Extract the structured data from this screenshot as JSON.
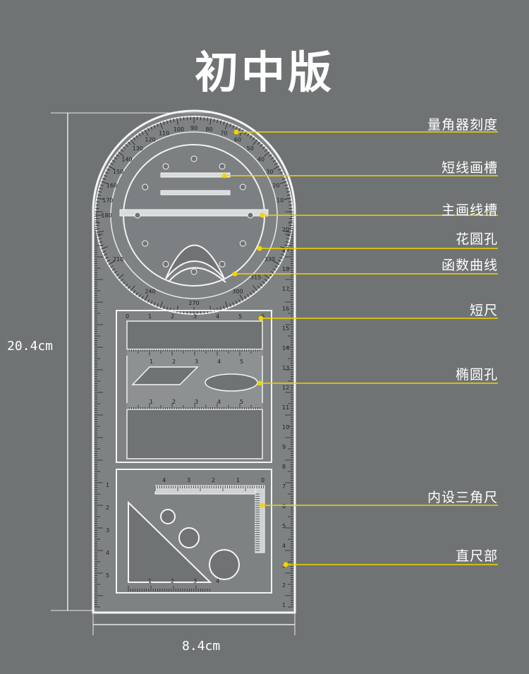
{
  "title": "初中版",
  "dimensions": {
    "height_label": "20.4cm",
    "width_label": "8.4cm"
  },
  "callouts": [
    {
      "label": "量角器刻度"
    },
    {
      "label": "短线画槽"
    },
    {
      "label": "主画线槽"
    },
    {
      "label": "花圆孔"
    },
    {
      "label": "函数曲线"
    },
    {
      "label": "短尺"
    },
    {
      "label": "椭圆孔"
    },
    {
      "label": "内设三角尺"
    },
    {
      "label": "直尺部"
    }
  ],
  "protractor": {
    "outer_numbers": [
      "10",
      "20",
      "30",
      "40",
      "50",
      "60",
      "70",
      "80",
      "90",
      "100",
      "110",
      "120",
      "130",
      "140",
      "150",
      "160",
      "170",
      "180"
    ],
    "lower_numbers": [
      "210",
      "240",
      "270",
      "300",
      "315",
      "330"
    ]
  },
  "short_ruler": {
    "top_numbers": [
      "0",
      "1",
      "2",
      "3",
      "4",
      "5",
      "6"
    ],
    "inner_numbers": [
      "1",
      "2",
      "3",
      "4",
      "5"
    ]
  },
  "triangle_ruler": {
    "top_numbers": [
      "4",
      "3",
      "2",
      "1",
      "0"
    ],
    "bottom_numbers": [
      "1",
      "2",
      "3",
      "4"
    ]
  },
  "side_ruler": {
    "left_numbers": [
      "1",
      "2",
      "3",
      "4",
      "5"
    ],
    "right_numbers": [
      "1",
      "2",
      "3",
      "4",
      "5",
      "6",
      "7",
      "8",
      "9",
      "10",
      "11",
      "12",
      "13",
      "14",
      "15",
      "16",
      "17",
      "18",
      "19",
      "20"
    ]
  },
  "colors": {
    "background": "#6f7374",
    "callout_line": "#f2d400",
    "callout_dot": "#f2d400",
    "ruler_outline": "#f4f6f7",
    "ruler_marks": "#1c1c1c"
  }
}
